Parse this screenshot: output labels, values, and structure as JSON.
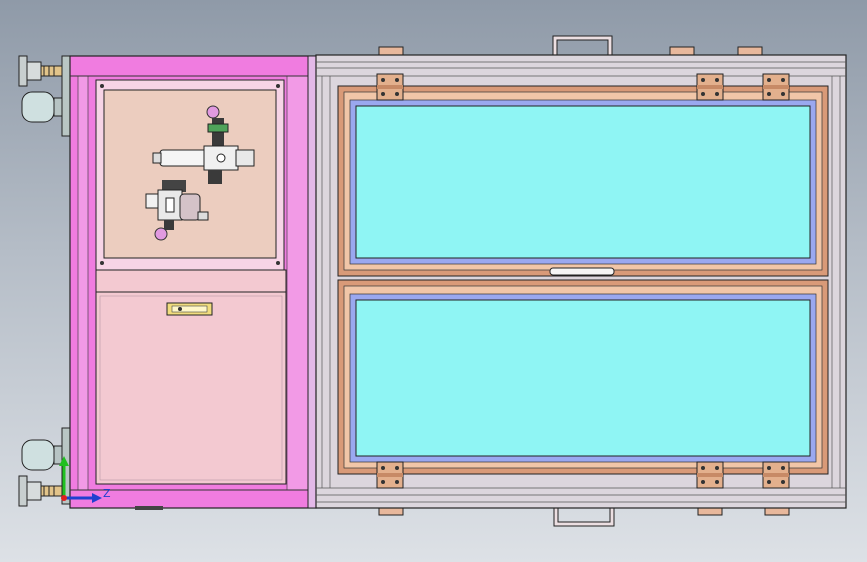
{
  "viewport": {
    "background_top": "#8f9aa8",
    "background_bottom": "#dde1e6"
  },
  "colors": {
    "frame_pink": "#f07ce0",
    "panel_beige": "#eccdbf",
    "door_pink": "#f3c9d1",
    "glass": "#8ff5f4",
    "copper": "#d99a78",
    "rail": "#dcd6dd",
    "axis_x": "#2040d0",
    "axis_y": "#20c020",
    "axis_origin": "#e02020"
  },
  "axis_triad": {
    "z_label": "Z"
  },
  "parts": {
    "left_cabinet": "cabinet-frame",
    "control_panel": "valve-mount-plate",
    "lower_door": "access-door",
    "door_handle": "recessed-handle",
    "window_top": "glass-pane-upper",
    "window_bottom": "glass-pane-lower",
    "hinges": 6,
    "leveling_feet": 2
  }
}
